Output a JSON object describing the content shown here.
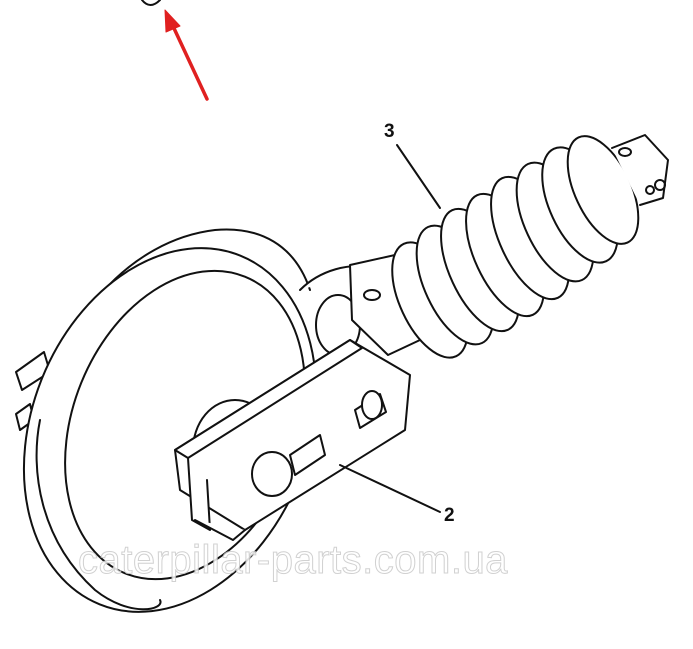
{
  "diagram": {
    "callouts": [
      {
        "id": "3",
        "text": "3",
        "target": "recoil-spring"
      },
      {
        "id": "2",
        "text": "2",
        "target": "idler-yoke"
      }
    ],
    "indicator_arrow": {
      "color": "#e02020",
      "direction": "up-left"
    },
    "watermark": "caterpillar-parts.com.ua",
    "line_color": "#111111"
  }
}
